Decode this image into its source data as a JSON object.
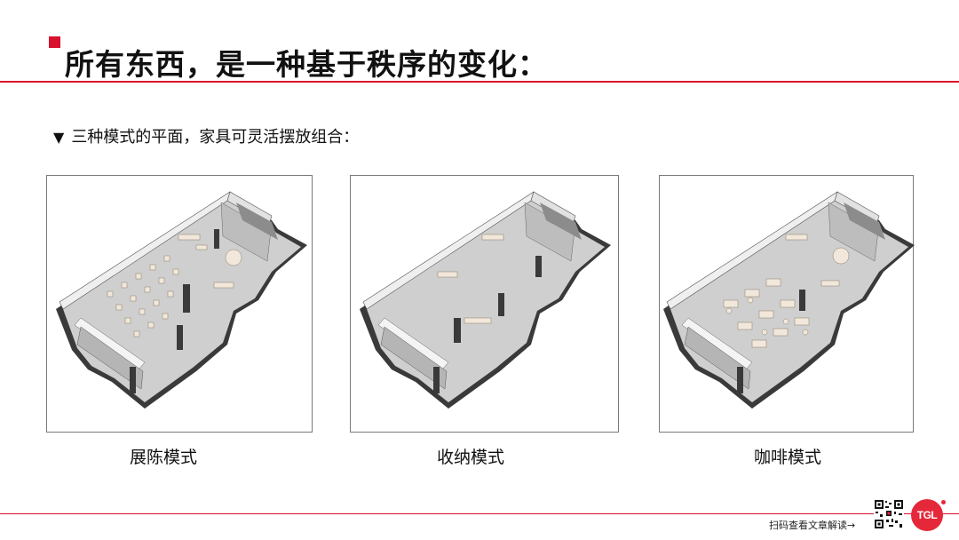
{
  "slide": {
    "title": "所有东西，是一种基于秩序的变化：",
    "subtitle_marker": "▼",
    "subtitle": "三种模式的平面，家具可灵活摆放组合：",
    "captions": [
      "展陈模式",
      "收纳模式",
      "咖啡模式"
    ],
    "footer_text": "扫码查看文章解读→",
    "logo_text": "TGL"
  },
  "colors": {
    "accent": "#d7112e",
    "logo": "#e4283a",
    "floor": "#cfcfcf",
    "wall": "#efefef",
    "furniture": "#f1e8db"
  },
  "icons": [
    "qr-code-icon",
    "tgl-logo-icon"
  ]
}
